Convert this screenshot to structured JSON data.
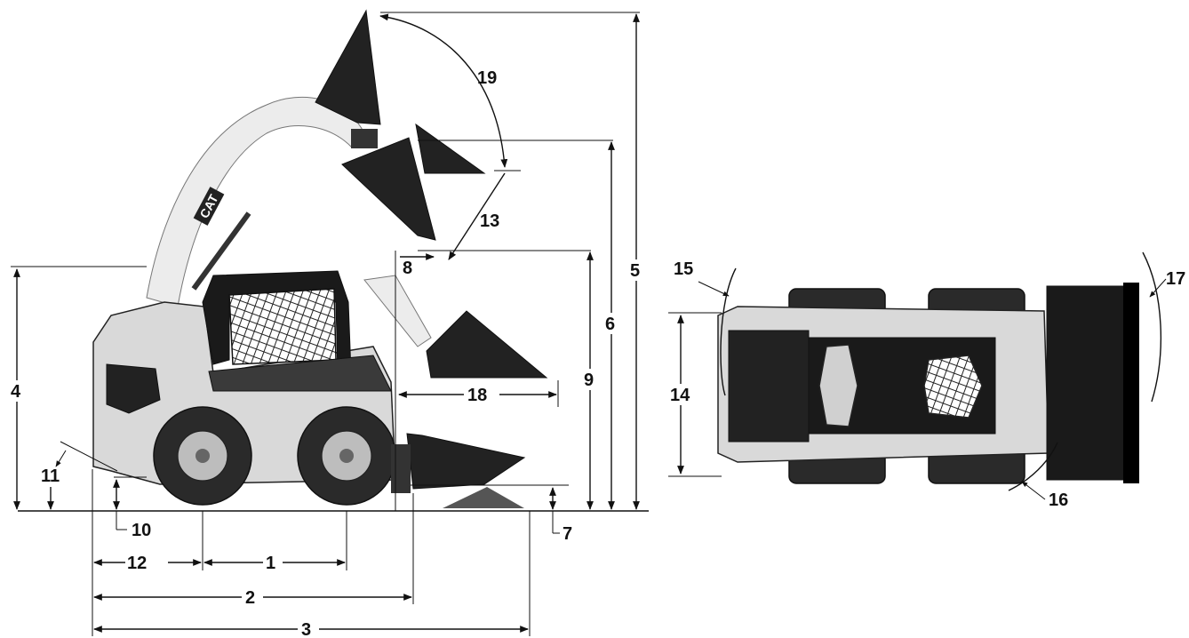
{
  "brand": {
    "logo_text": "CAT"
  },
  "dimensions": {
    "d1": "1",
    "d2": "2",
    "d3": "3",
    "d4": "4",
    "d5": "5",
    "d6": "6",
    "d7": "7",
    "d8": "8",
    "d9": "9",
    "d10": "10",
    "d11": "11",
    "d12": "12",
    "d13": "13",
    "d14": "14",
    "d15": "15",
    "d16": "16",
    "d17": "17",
    "d18": "18",
    "d19": "19"
  }
}
